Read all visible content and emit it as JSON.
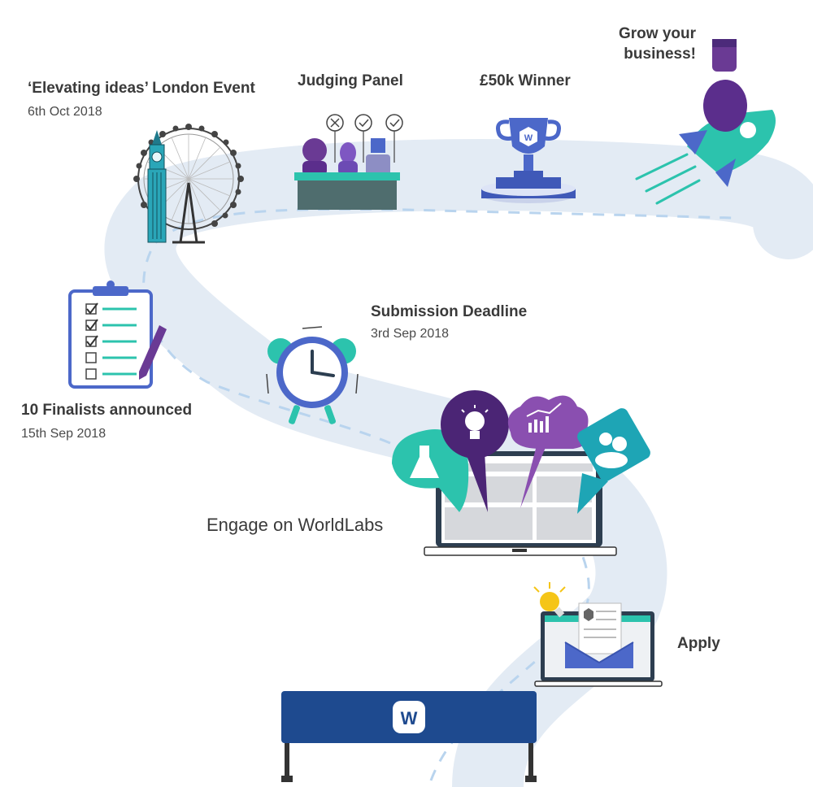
{
  "milestones": {
    "london": {
      "title": "‘Elevating ideas’ London Event",
      "date": "6th Oct 2018"
    },
    "judging": {
      "title": "Judging Panel"
    },
    "winner": {
      "title": "£50k Winner"
    },
    "grow": {
      "line1": "Grow your",
      "line2": "business!"
    },
    "finalists": {
      "title": "10 Finalists announced",
      "date": "15th Sep 2018"
    },
    "deadline": {
      "title": "Submission Deadline",
      "date": "3rd Sep 2018"
    },
    "engage": {
      "title": "Engage on WorldLabs"
    },
    "apply": {
      "title": "Apply"
    }
  },
  "brand": {
    "logo_letter": "W"
  },
  "colors": {
    "road": "#e3ebf4",
    "dash": "#b9d4ee",
    "navy": "#1e4a8f",
    "teal": "#2cc3ad",
    "purple": "#5b2e8c",
    "violet": "#8a4fb0",
    "blue": "#4c68c9"
  },
  "icons": [
    "london-eye-icon",
    "big-ben-icon",
    "judging-panel-icon",
    "trophy-icon",
    "rocket-icon",
    "checklist-icon",
    "alarm-clock-icon",
    "laptop-icon",
    "flask-bubble-icon",
    "lightbulb-bubble-icon",
    "chart-cloud-icon",
    "people-bubble-icon",
    "envelope-laptop-icon",
    "finish-banner-icon"
  ]
}
